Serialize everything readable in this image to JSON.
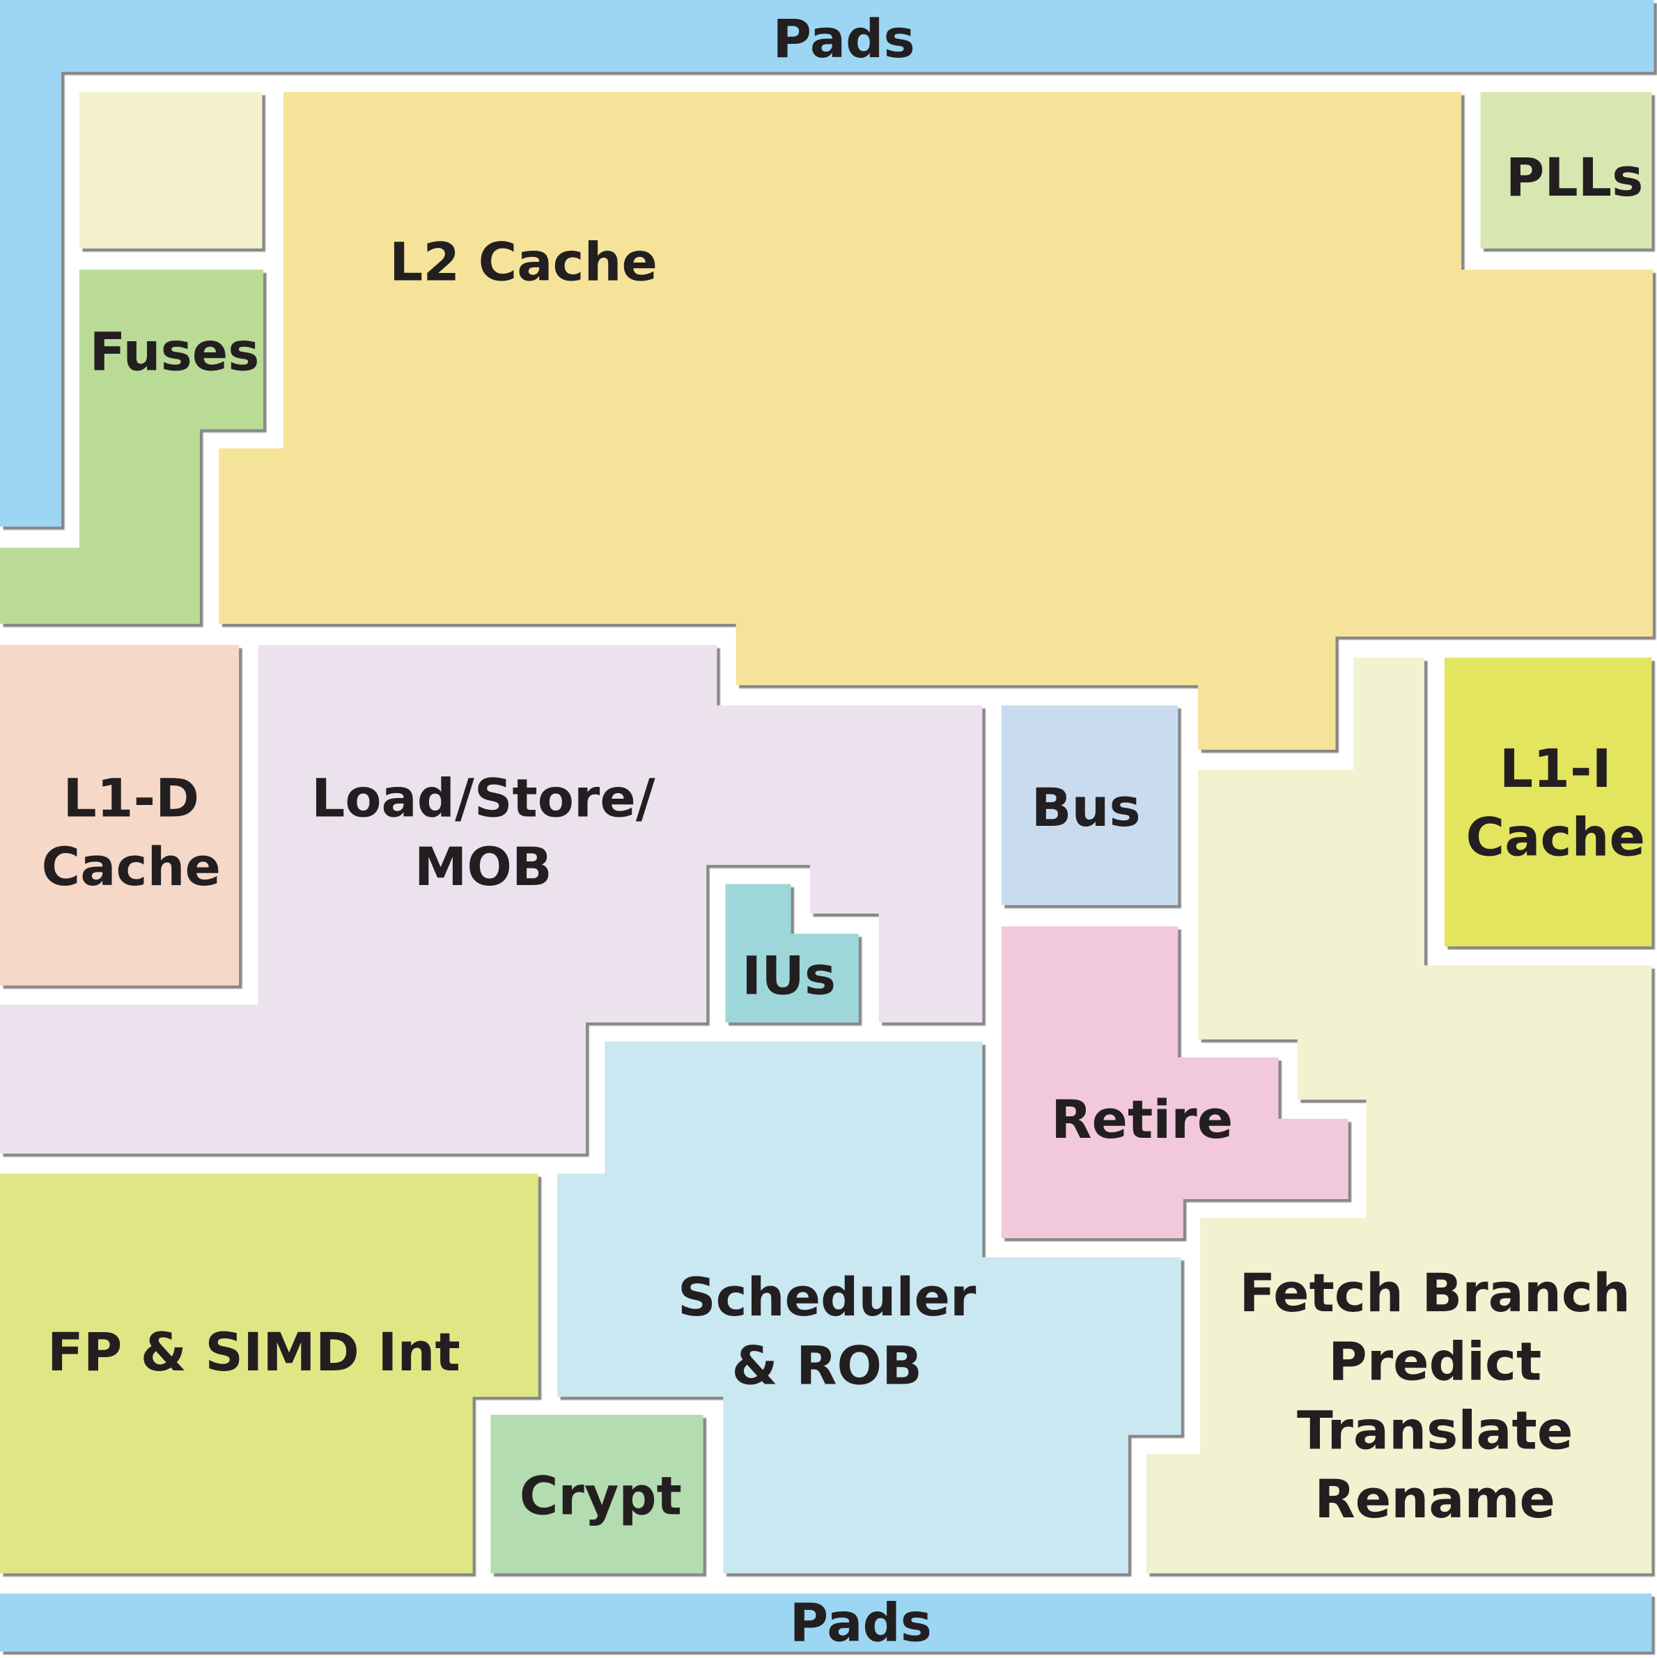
{
  "title": "Processor die floorplan",
  "blocks": {
    "pads_top": "Pads",
    "pads_bottom": "Pads",
    "l2_cache": "L2 Cache",
    "plls": "PLLs",
    "fuses": "Fuses",
    "l1d": [
      "L1-D",
      "Cache"
    ],
    "lsu": [
      "Load/Store/",
      "MOB"
    ],
    "ius": "IUs",
    "bus": "Bus",
    "l1i": [
      "L1-I",
      "Cache"
    ],
    "retire": "Retire",
    "fetch": [
      "Fetch Branch",
      "Predict",
      "Translate",
      "Rename"
    ],
    "scheduler": [
      "Scheduler",
      "& ROB"
    ],
    "fp": "FP & SIMD Int",
    "crypt": "Crypt"
  },
  "colors": {
    "pads": "#9cd6f3",
    "l2": "#f6e39a",
    "plls": "#d8e7b2",
    "fuses": "#badb96",
    "blank": "#f3f1cc",
    "l1d": "#f5d8c8",
    "lsu": "#ece2ed",
    "ius": "#9dd7d9",
    "bus": "#c9dcef",
    "l1i": "#e3e55e",
    "retire": "#f2c8dc",
    "fetch": "#f2f1d0",
    "scheduler": "#c9e8f1",
    "fp": "#e1e685",
    "crypt": "#b3dcb1"
  }
}
